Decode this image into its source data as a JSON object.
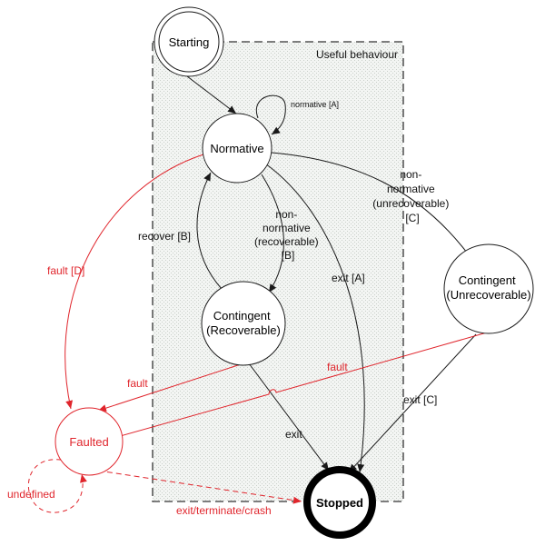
{
  "colors": {
    "normal": "#1a1a1a",
    "fault": "#e0252c",
    "region_fill": "#eef1ee",
    "region_border": "#333333"
  },
  "region": {
    "label": "Useful behaviour"
  },
  "states": {
    "starting": "Starting",
    "normative": "Normative",
    "contingent_recoverable": [
      "Contingent",
      "(Recoverable)"
    ],
    "contingent_unrecoverable": [
      "Contingent",
      "(Unrecoverable)"
    ],
    "faulted": "Faulted",
    "stopped": "Stopped"
  },
  "transitions": {
    "normative_self": "normative [A]",
    "recover": "recover [B]",
    "non_normative_recoverable": [
      "non-",
      "normative",
      "(recoverable)",
      "[B]"
    ],
    "non_normative_unrecoverable": [
      "non-",
      "normative",
      "(unrecoverable)",
      "[C]"
    ],
    "exit_a": "exit [A]",
    "exit_c": "exit [C]",
    "exit": "exit",
    "fault_d": "fault [D]",
    "fault_left": "fault",
    "fault_right": "fault",
    "undefined": "undefined",
    "exit_terminate_crash": "exit/terminate/crash"
  }
}
